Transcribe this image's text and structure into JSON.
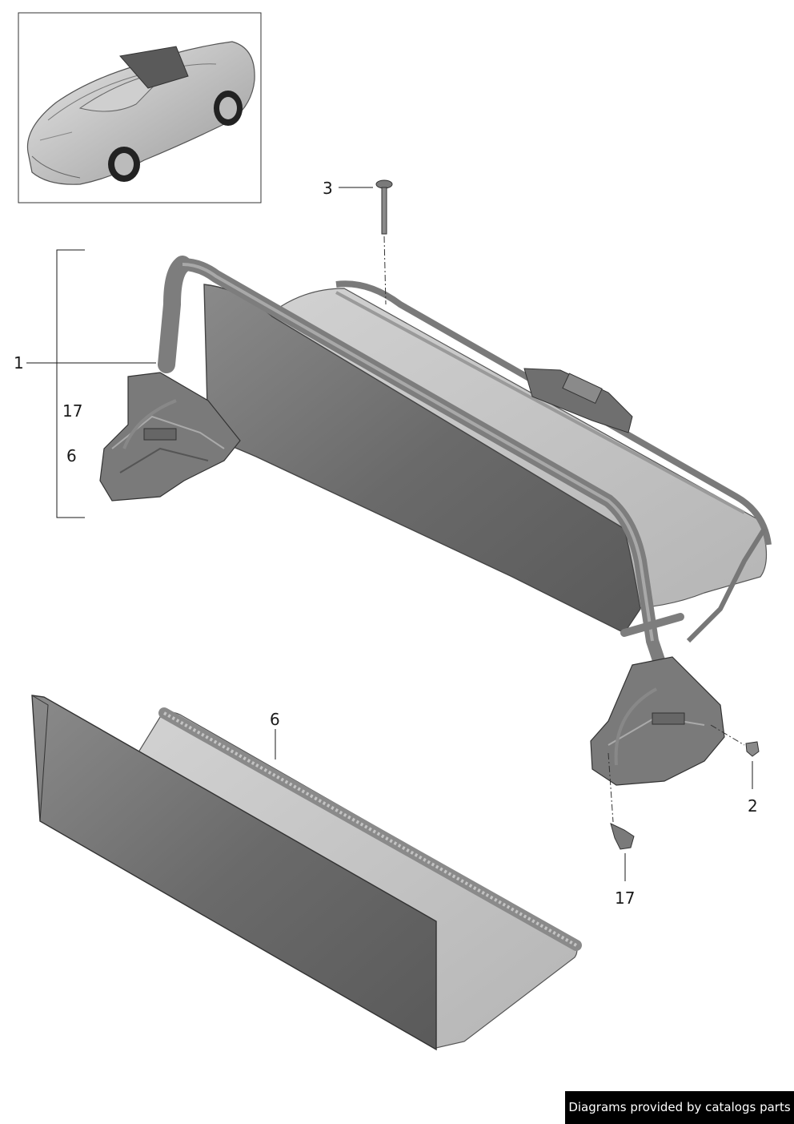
{
  "callouts": {
    "c1": "1",
    "c17_group": "17",
    "c6_group": "6",
    "c3": "3",
    "c6": "6",
    "c2": "2",
    "c17": "17"
  },
  "footer": {
    "text": "Diagrams provided by catalogs parts"
  },
  "colors": {
    "panel_dark": "#6e6e6e",
    "panel_light": "#bdbdbd",
    "frame": "#7d7d7d",
    "outline": "#3a3a3a",
    "footer_bg": "#000000"
  }
}
